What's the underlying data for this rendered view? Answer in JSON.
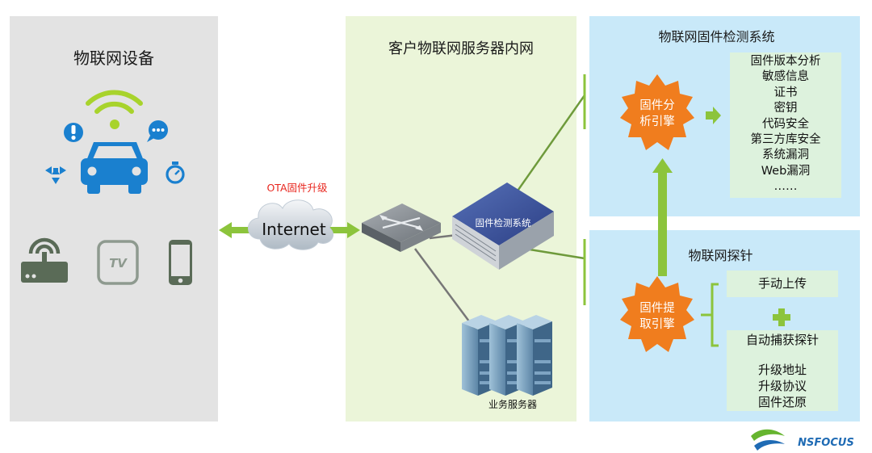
{
  "left_panel": {
    "title": "物联网设备",
    "icons": [
      "wifi-signal-icon",
      "alert-icon",
      "chat-bubble-icon",
      "car-icon",
      "move-arrows-icon",
      "stopwatch-icon",
      "router-icon",
      "tv-icon",
      "smartphone-icon"
    ],
    "tv_label": "TV"
  },
  "middle_panel": {
    "title": "客户物联网服务器内网",
    "firmware_device_label": "固件检测系统",
    "server_label": "业务服务器"
  },
  "internet": {
    "label": "Internet",
    "ota_label": "OTA固件升级"
  },
  "top_right_panel": {
    "title": "物联网固件检测系统",
    "engine_label_line1": "固件分",
    "engine_label_line2": "析引擎",
    "items": [
      "固件版本分析",
      "敏感信息",
      "证书",
      "密钥",
      "代码安全",
      "第三方库安全",
      "系统漏洞",
      "Web漏洞",
      "……"
    ]
  },
  "bottom_right_panel": {
    "title": "物联网探针",
    "engine_label_line1": "固件提",
    "engine_label_line2": "取引擎",
    "manual_upload": "手动上传",
    "auto_capture": "自动捕获探针",
    "auto_items": [
      "升级地址",
      "升级协议",
      "固件还原"
    ]
  },
  "logo": {
    "text": "NSFOCUS"
  },
  "colors": {
    "left_bg": "#e3e3e3",
    "middle_bg": "#ebf5d9",
    "right_bg": "#c9e9f9",
    "accent_green": "#8cc43c",
    "accent_blue": "#1a80cf",
    "engine_orange": "#f07d1e",
    "list_bg": "#ddf2dd"
  }
}
